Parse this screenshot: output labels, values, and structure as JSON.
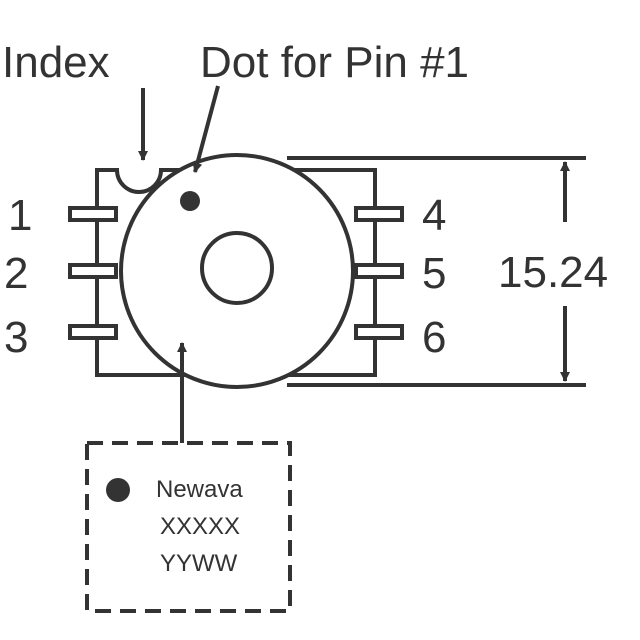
{
  "labels": {
    "index": "Index",
    "dot_for_pin1": "Dot for Pin #1",
    "dimension": "15.24"
  },
  "pins": {
    "left": [
      "1",
      "2",
      "3"
    ],
    "right": [
      "4",
      "5",
      "6"
    ]
  },
  "marking": {
    "line1": "Newava",
    "line2": "XXXXX",
    "line3": "YYWW"
  },
  "colors": {
    "ink": "#333333"
  }
}
